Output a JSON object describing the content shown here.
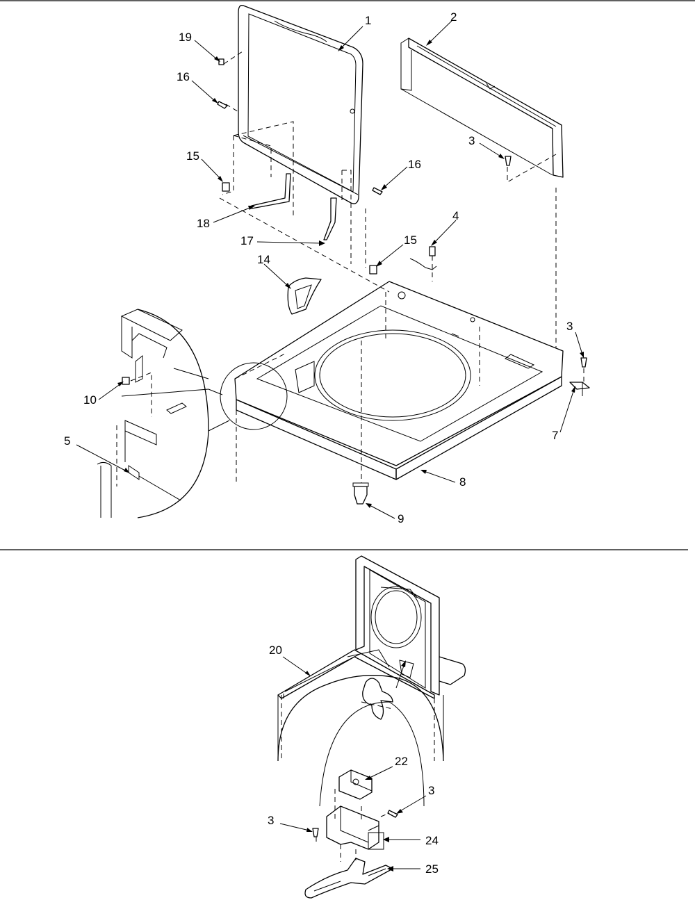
{
  "upper_view": {
    "callouts": [
      "1",
      "2",
      "19",
      "16",
      "3",
      "15",
      "16",
      "18",
      "4",
      "17",
      "15",
      "14",
      "3",
      "10",
      "7",
      "5",
      "8",
      "9"
    ]
  },
  "lower_view": {
    "callouts": [
      "20",
      "22",
      "3",
      "3",
      "24",
      "25"
    ]
  }
}
